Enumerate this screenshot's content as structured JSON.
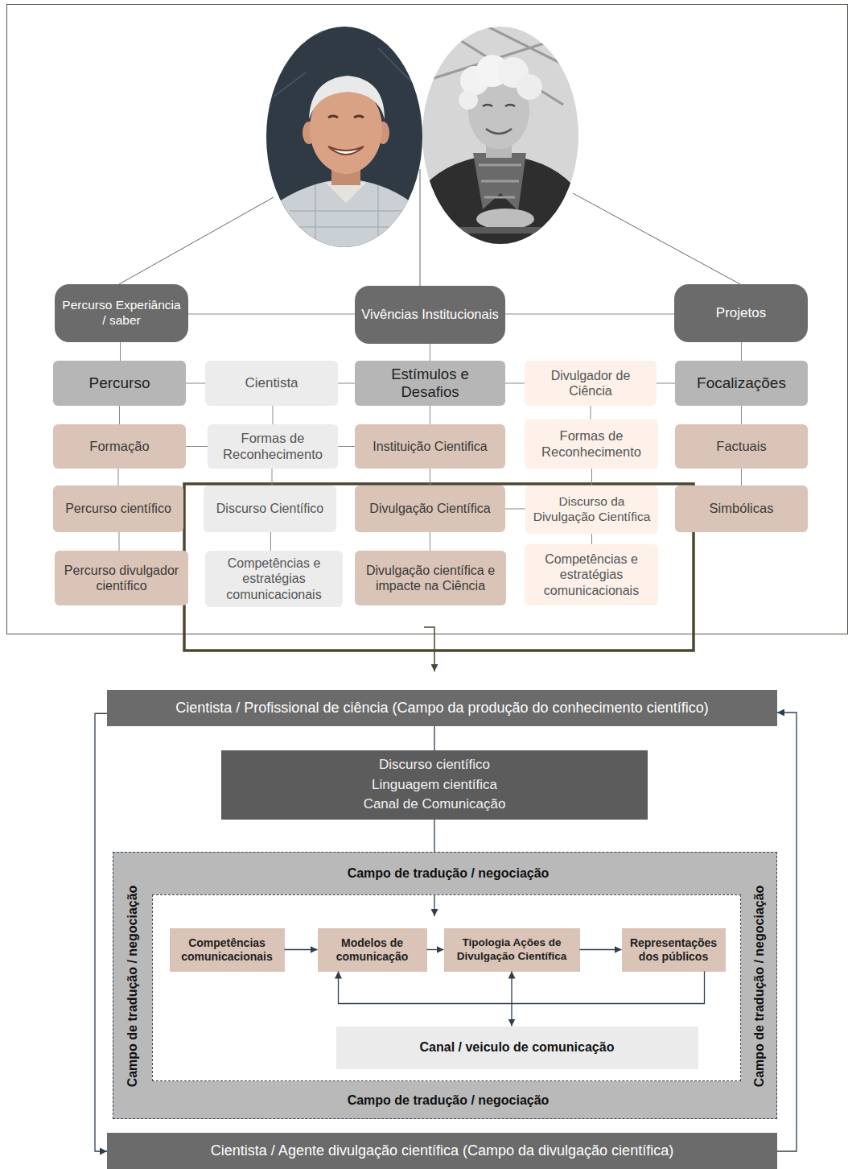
{
  "diagram": {
    "nodes": [
      {
        "text": [
          "Percurso Experiância / saber"
        ]
      },
      {
        "text": [
          "Vivências Institucionais"
        ]
      },
      {
        "text": [
          "Projetos"
        ]
      },
      {
        "text": [
          "Percurso"
        ]
      },
      {
        "text": [
          "Cientista"
        ]
      },
      {
        "text": [
          "Estímulos e Desafios"
        ]
      },
      {
        "text": [
          "Divulgador de Ciência"
        ]
      },
      {
        "text": [
          "Focalizações"
        ]
      },
      {
        "text": [
          "Formação"
        ]
      },
      {
        "text": [
          "Formas de Reconhecimento"
        ]
      },
      {
        "text": [
          "Instituição Cientifica"
        ]
      },
      {
        "text": [
          "Formas de Reconhecimento"
        ]
      },
      {
        "text": [
          "Factuais"
        ]
      },
      {
        "text": [
          "Percurso científico"
        ]
      },
      {
        "text": [
          "Discurso Científico"
        ]
      },
      {
        "text": [
          "Divulgação Científica"
        ]
      },
      {
        "text": [
          "Discurso da Divulgação Científica"
        ]
      },
      {
        "text": [
          "Simbólicas"
        ]
      },
      {
        "text": [
          "Percurso divulgador científico"
        ]
      },
      {
        "text": [
          "Competências e estratégias comunicacionais"
        ]
      },
      {
        "text": [
          "Divulgação científica e impacte na Ciência"
        ]
      },
      {
        "text": [
          "Competências e estratégias comunicacionais"
        ]
      },
      {
        "text": [
          "Cientista / Profissional de ciência (Campo da produção do conhecimento científico)"
        ]
      },
      {
        "text": [
          "Discurso científico",
          "Linguagem científica",
          "Canal de Comunicação"
        ]
      },
      {
        "text": [
          "Campo de tradução / negociação",
          "Campo de tradução / negociação",
          "Campo de tradução / negociação",
          "Campo de tradução / negociação"
        ]
      },
      {
        "text": [
          "Competências comunicacionais"
        ],
        "in": 24
      },
      {
        "text": [
          "Modelos de comunicação"
        ],
        "in": 24
      },
      {
        "text": [
          "Tipologia Ações de Divulgação Científica"
        ],
        "in": 24
      },
      {
        "text": [
          "Representações dos públicos"
        ],
        "in": 24
      },
      {
        "text": [
          "Canal / veiculo de comunicação"
        ],
        "in": 24
      },
      {
        "text": [
          "Cientista / Agente divulgação científica (Campo da divulgação científica)"
        ]
      }
    ],
    "edges": [
      {
        "from": 0,
        "to": 1,
        "arrow": "none"
      },
      {
        "from": 1,
        "to": 2,
        "arrow": "none"
      },
      {
        "from": 0,
        "to": 3,
        "arrow": "none"
      },
      {
        "from": 1,
        "to": 5,
        "arrow": "none"
      },
      {
        "from": 2,
        "to": 7,
        "arrow": "none"
      },
      {
        "from": 3,
        "to": 4,
        "arrow": "none"
      },
      {
        "from": 4,
        "to": 5,
        "arrow": "none"
      },
      {
        "from": 5,
        "to": 6,
        "arrow": "none"
      },
      {
        "from": 6,
        "to": 7,
        "arrow": "none"
      },
      {
        "from": 3,
        "to": 8,
        "arrow": "none"
      },
      {
        "from": 4,
        "to": 9,
        "arrow": "none"
      },
      {
        "from": 5,
        "to": 10,
        "arrow": "none"
      },
      {
        "from": 6,
        "to": 11,
        "arrow": "none"
      },
      {
        "from": 7,
        "to": 12,
        "arrow": "none"
      },
      {
        "from": 8,
        "to": 9,
        "arrow": "none"
      },
      {
        "from": 9,
        "to": 10,
        "arrow": "none"
      },
      {
        "from": 8,
        "to": 13,
        "arrow": "none"
      },
      {
        "from": 9,
        "to": 14,
        "arrow": "none"
      },
      {
        "from": 10,
        "to": 15,
        "arrow": "none"
      },
      {
        "from": 11,
        "to": 16,
        "arrow": "none"
      },
      {
        "from": 12,
        "to": 17,
        "arrow": "none"
      },
      {
        "from": 15,
        "to": 16,
        "arrow": "none"
      },
      {
        "from": 13,
        "to": 18,
        "arrow": "none"
      },
      {
        "from": 14,
        "to": 19,
        "arrow": "none"
      },
      {
        "from": 15,
        "to": 20,
        "arrow": "none"
      },
      {
        "from": 16,
        "to": 21,
        "arrow": "none"
      },
      {
        "from": 22,
        "to": 23,
        "arrow": "none"
      },
      {
        "from": 23,
        "to": 24,
        "arrow": "none"
      },
      {
        "from": 25,
        "to": 26,
        "arrow": "to"
      },
      {
        "from": 26,
        "to": 27,
        "arrow": "to"
      },
      {
        "from": 27,
        "to": 28,
        "arrow": "to"
      },
      {
        "from": 28,
        "to": 26,
        "arrow": "to"
      },
      {
        "from": 27,
        "to": 29,
        "arrow": "both"
      },
      {
        "from": 22,
        "to": 30,
        "arrow": "to"
      },
      {
        "from": 30,
        "to": 22,
        "arrow": "to"
      }
    ]
  }
}
